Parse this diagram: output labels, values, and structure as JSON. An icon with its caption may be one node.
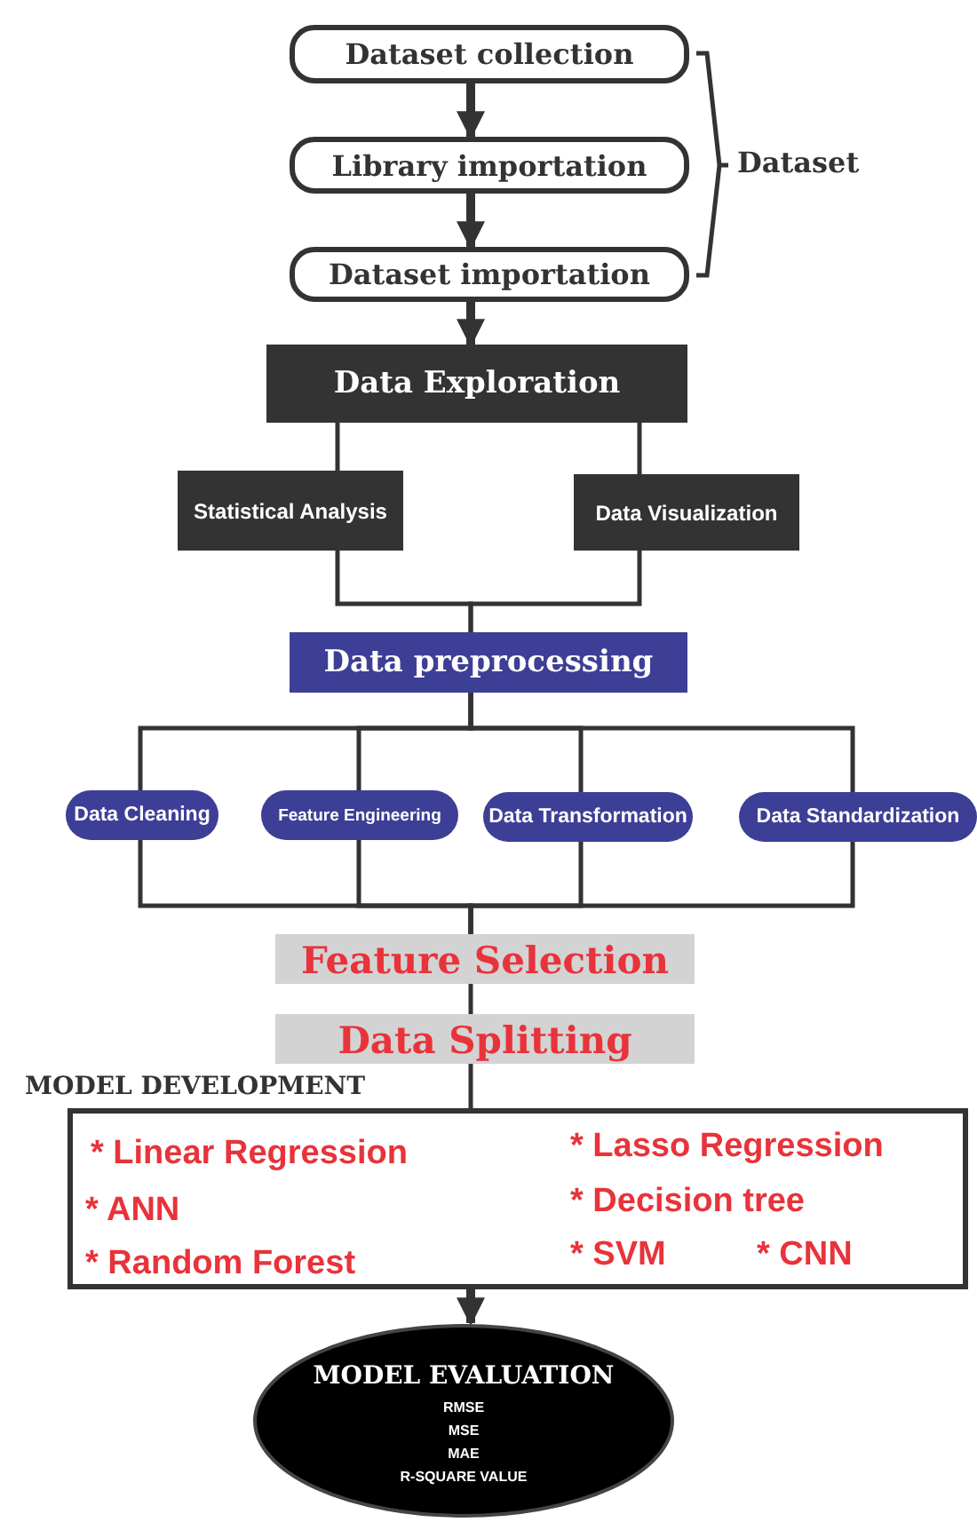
{
  "diagram": {
    "nodes": [
      {
        "text": [
          "Dataset collection"
        ]
      },
      {
        "text": [
          "Library importation"
        ]
      },
      {
        "text": [
          "Dataset importation"
        ]
      },
      {
        "text": [
          "Data Exploration"
        ]
      },
      {
        "text": [
          "Statistical Analysis"
        ]
      },
      {
        "text": [
          "Data Visualization"
        ]
      },
      {
        "text": [
          "Data preprocessing"
        ]
      },
      {
        "text": [
          "Data Cleaning"
        ]
      },
      {
        "text": [
          "Feature Engineering"
        ]
      },
      {
        "text": [
          "Data Transformation"
        ]
      },
      {
        "text": [
          "Data Standardization"
        ]
      },
      {
        "text": [
          "Feature Selection"
        ]
      },
      {
        "text": [
          "Data Splitting"
        ]
      },
      {
        "text": [
          "MODEL DEVELOPMENT",
          "* Linear Regression",
          "* ANN",
          "* Random Forest",
          "* Lasso Regression",
          "* Decision tree",
          "* SVM",
          "* CNN"
        ]
      },
      {
        "text": [
          "MODEL EVALUATION",
          "RMSE",
          "MSE",
          "MAE",
          "R-SQUARE VALUE"
        ]
      }
    ],
    "edges": [
      {
        "from": 0,
        "to": 1,
        "arrow": "to",
        "style": "thick"
      },
      {
        "from": 1,
        "to": 2,
        "arrow": "to",
        "style": "thick"
      },
      {
        "from": 2,
        "to": 3,
        "arrow": "to",
        "style": "thick"
      },
      {
        "from": 3,
        "to": 4,
        "arrow": "none"
      },
      {
        "from": 3,
        "to": 5,
        "arrow": "none"
      },
      {
        "from": 4,
        "to": 6,
        "arrow": "none"
      },
      {
        "from": 5,
        "to": 6,
        "arrow": "none"
      },
      {
        "from": 6,
        "to": 7,
        "arrow": "none"
      },
      {
        "from": 6,
        "to": 8,
        "arrow": "none"
      },
      {
        "from": 6,
        "to": 9,
        "arrow": "none"
      },
      {
        "from": 6,
        "to": 10,
        "arrow": "none"
      },
      {
        "from": 7,
        "to": 11,
        "arrow": "none"
      },
      {
        "from": 8,
        "to": 11,
        "arrow": "none"
      },
      {
        "from": 9,
        "to": 11,
        "arrow": "none"
      },
      {
        "from": 10,
        "to": 11,
        "arrow": "none"
      },
      {
        "from": 11,
        "to": 12,
        "arrow": "none"
      },
      {
        "from": 12,
        "to": 13,
        "arrow": "none"
      },
      {
        "from": 13,
        "to": 14,
        "arrow": "to",
        "style": "thick"
      }
    ],
    "labels": [
      "Dataset"
    ]
  }
}
